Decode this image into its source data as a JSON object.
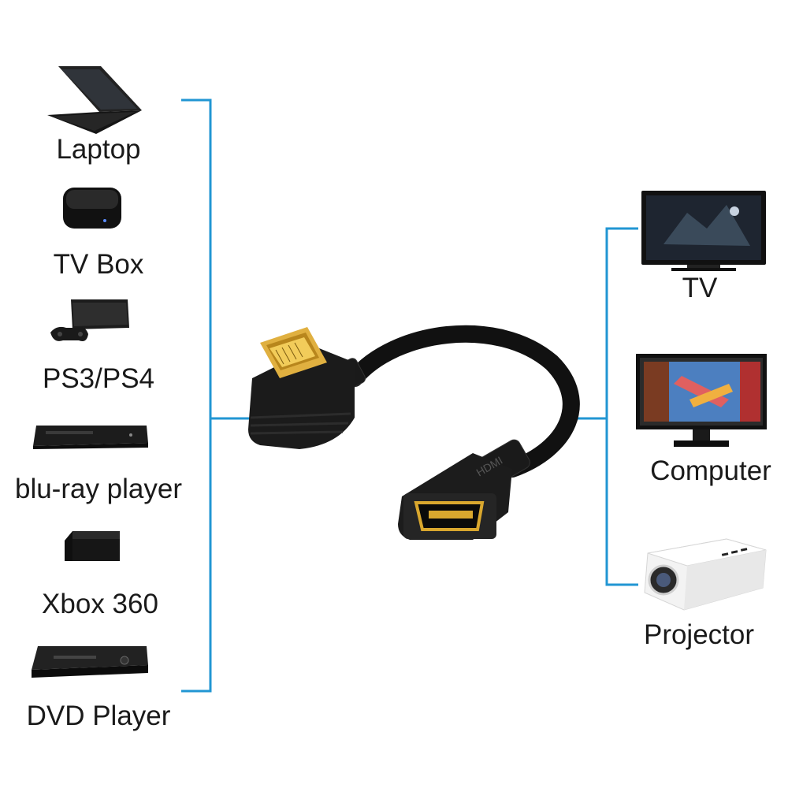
{
  "sources": [
    {
      "label": "Laptop",
      "icon": "laptop-icon"
    },
    {
      "label": "TV Box",
      "icon": "tv-box-icon"
    },
    {
      "label": "PS3/PS4",
      "icon": "game-console-icon"
    },
    {
      "label": "blu-ray player",
      "icon": "bluray-player-icon"
    },
    {
      "label": "Xbox 360",
      "icon": "xbox-console-icon"
    },
    {
      "label": "DVD Player",
      "icon": "dvd-player-icon"
    }
  ],
  "targets": [
    {
      "label": "TV",
      "icon": "tv-icon"
    },
    {
      "label": "Computer",
      "icon": "computer-monitor-icon"
    },
    {
      "label": "Projector",
      "icon": "projector-icon"
    }
  ],
  "colors": {
    "bracket": "#2196d3",
    "cable": "#111111",
    "gold": "#d9a72e"
  },
  "connector_text": "HDMI"
}
